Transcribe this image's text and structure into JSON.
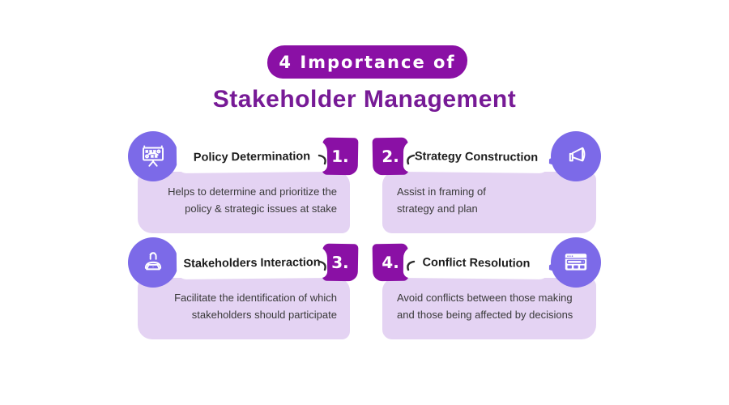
{
  "header": {
    "badge_label": "4 Importance of",
    "title": "Stakeholder Management"
  },
  "colors": {
    "accent_purple": "#8A10A5",
    "title_purple": "#771A96",
    "icon_circle_purple": "#7C6AE8",
    "panel_lavender": "#E4D3F3",
    "banner_white": "#ffffff",
    "body_text": "#3a3a3a"
  },
  "cards": [
    {
      "number": "1.",
      "title": "Policy Determination",
      "description": "Helps to determine and prioritize the\npolicy & strategic issues at stake",
      "icon": "strategy-board-icon",
      "side": "left"
    },
    {
      "number": "2.",
      "title": "Strategy Construction",
      "description": "Assist in framing of\nstrategy and plan",
      "icon": "megaphone-icon",
      "side": "right"
    },
    {
      "number": "3.",
      "title": "Stakeholders Interaction",
      "description": "Facilitate the identification of which\nstakeholders should participate",
      "icon": "person-laptop-icon",
      "side": "left"
    },
    {
      "number": "4.",
      "title": "Conflict Resolution",
      "description": "Avoid conflicts between those making\nand those being affected by decisions",
      "icon": "browser-window-icon",
      "side": "right"
    }
  ]
}
